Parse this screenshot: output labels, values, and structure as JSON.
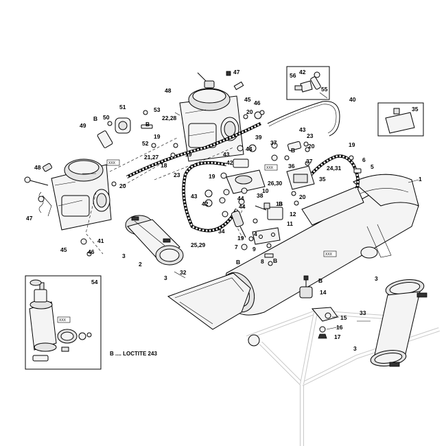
{
  "labels": {
    "l1": "1",
    "l2": "2",
    "l3a": "3",
    "l3b": "3",
    "l3c": "3",
    "l3d": "3",
    "l4": "4",
    "l5": "5",
    "l6": "6",
    "l7": "7",
    "l8": "8",
    "l9": "9",
    "l10": "10",
    "l11": "11",
    "l12": "12",
    "l13": "13",
    "l14": "14",
    "l15": "15",
    "l16": "16",
    "l17": "17",
    "l18": "18",
    "l19a": "19",
    "l19b": "19",
    "l19c": "19",
    "l19d": "19",
    "l19e": "19",
    "l20a": "20",
    "l20b": "20",
    "l20c": "20",
    "l20d": "20",
    "l21": "21,27",
    "l22": "22,28",
    "l23a": "23",
    "l23b": "23",
    "l24": "24,31",
    "l25": "25,29",
    "l26": "26,30",
    "l32": "32",
    "l33": "33",
    "l34": "34",
    "l35a": "35",
    "l35b": "35",
    "l36": "36",
    "l37a": "37",
    "l37b": "37",
    "l38": "38",
    "l39": "39",
    "l40": "40",
    "l41": "41",
    "l42a": "42",
    "l42b": "42",
    "l42c": "42",
    "l43a": "43",
    "l43b": "43",
    "l43c": "43",
    "l44a": "44",
    "l44b": "44",
    "l44c": "44",
    "l45a": "45",
    "l45b": "45",
    "l46a": "46",
    "l46b": "46",
    "l47a": "47",
    "l47b": "47",
    "l48a": "48",
    "l48b": "48",
    "l49": "49",
    "l50": "50",
    "l51": "51",
    "l52": "52",
    "l53": "53",
    "l54": "54",
    "l55": "55",
    "l56": "56",
    "bA": "B",
    "bB": "B",
    "bC": "B",
    "bD": "B",
    "bE": "B",
    "bF": "B",
    "bG": "B"
  },
  "xxx_tag": "XXX",
  "legend_note": "B .... LOCTITE 243"
}
